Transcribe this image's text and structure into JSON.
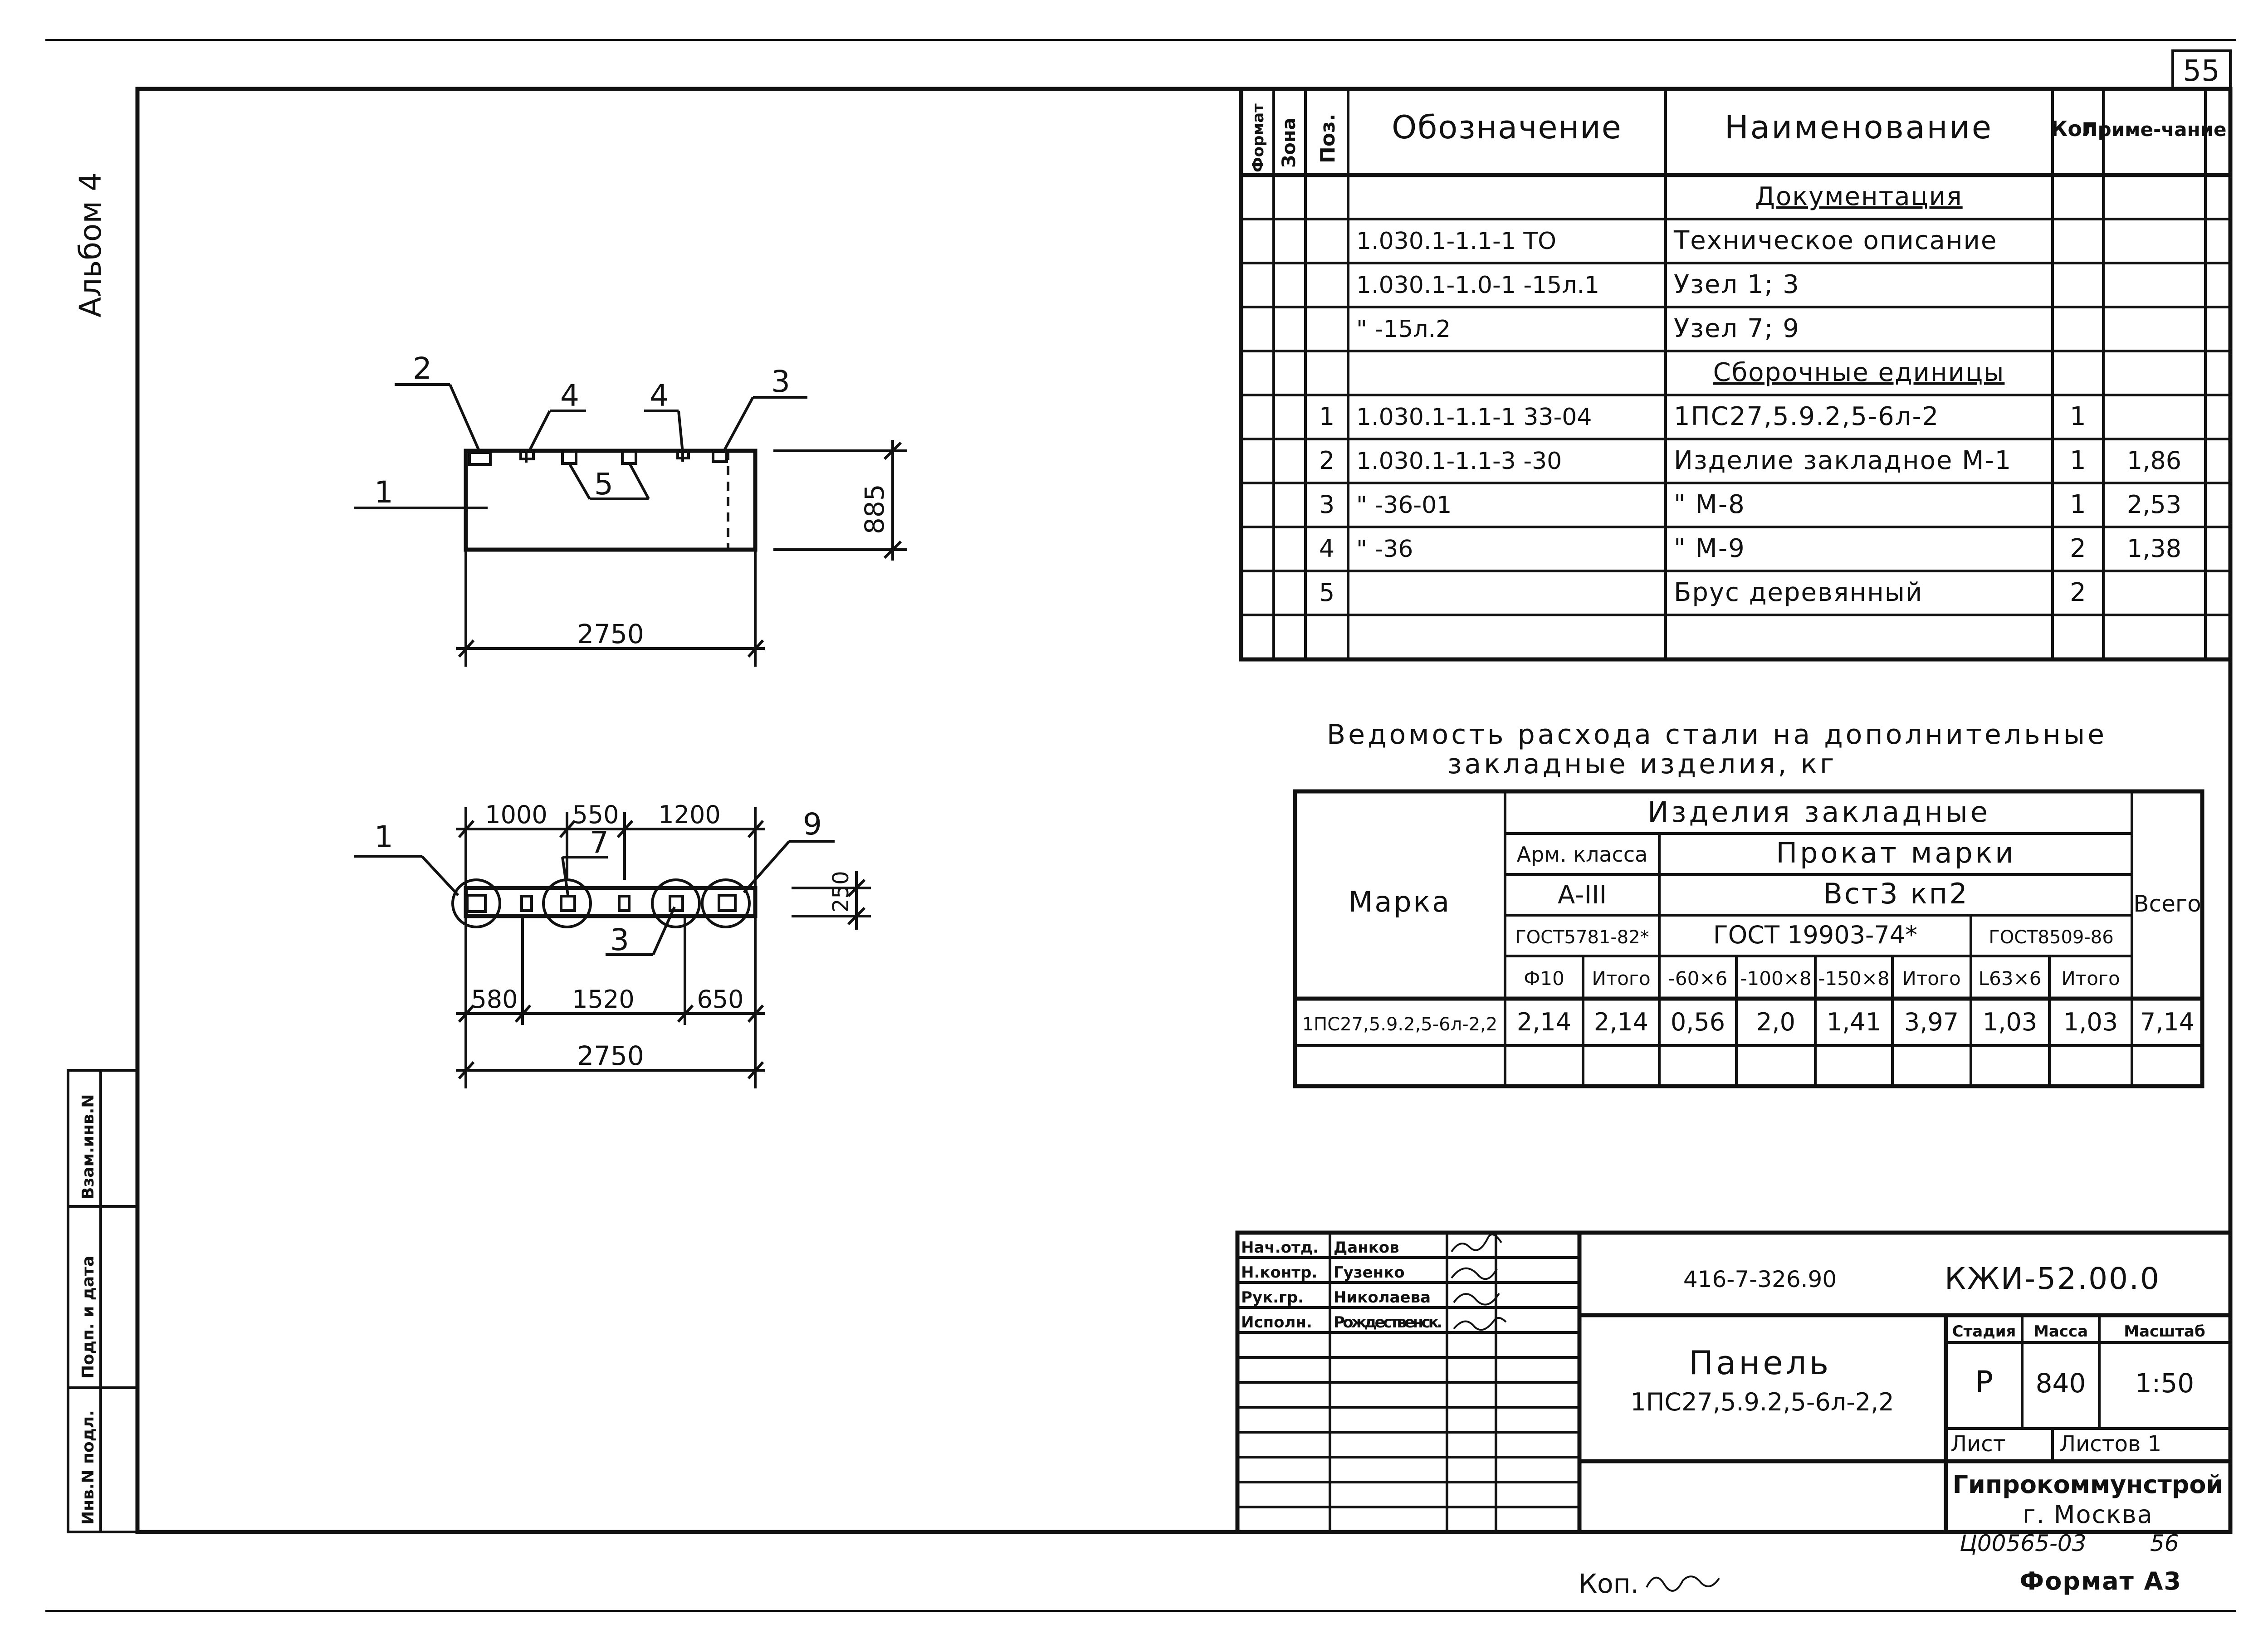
{
  "sheet_number": "55",
  "album_label": "Альбом 4",
  "side_stamp": [
    "Инв.N подл.",
    "Подп. и дата",
    "Взам.инв.N"
  ],
  "spec": {
    "headers": [
      "Формат",
      "Зона",
      "Поз.",
      "Обозначение",
      "Наименование",
      "Кол.",
      "Приме-чание"
    ],
    "rows": [
      {
        "pos": "",
        "designation": "",
        "name": "Документация",
        "qty": "",
        "note": ""
      },
      {
        "pos": "",
        "designation": "1.030.1-1.1-1 ТО",
        "name": "Техническое описание",
        "qty": "",
        "note": ""
      },
      {
        "pos": "",
        "designation": "1.030.1-1.0-1  -15л.1",
        "name": "Узел 1; 3",
        "qty": "",
        "note": ""
      },
      {
        "pos": "",
        "designation": "\"          -15л.2",
        "name": "Узел 7; 9",
        "qty": "",
        "note": ""
      },
      {
        "pos": "",
        "designation": "",
        "name": "Сборочные единицы",
        "qty": "",
        "note": ""
      },
      {
        "pos": "1",
        "designation": "1.030.1-1.1-1   33-04",
        "name": "1ПС27,5.9.2,5-6л-2",
        "qty": "1",
        "note": ""
      },
      {
        "pos": "2",
        "designation": "1.030.1-1.1-3    -30",
        "name": "Изделие закладное   М-1",
        "qty": "1",
        "note": "1,86"
      },
      {
        "pos": "3",
        "designation": "\"       -36-01",
        "name": "\"            М-8",
        "qty": "1",
        "note": "2,53"
      },
      {
        "pos": "4",
        "designation": "\"          -36",
        "name": "\"            М-9",
        "qty": "2",
        "note": "1,38"
      },
      {
        "pos": "5",
        "designation": "",
        "name": "Брус деревянный",
        "qty": "2",
        "note": ""
      },
      {
        "pos": "",
        "designation": "",
        "name": "",
        "qty": "",
        "note": ""
      }
    ]
  },
  "drawing1": {
    "labels": [
      "1",
      "2",
      "3",
      "4",
      "4",
      "5"
    ],
    "dim_width": "2750",
    "dim_height": "885"
  },
  "drawing2": {
    "labels": [
      "1",
      "7",
      "3",
      "9"
    ],
    "dims_top": [
      "1000",
      "550",
      "1200"
    ],
    "dims_bottom": [
      "580",
      "1520",
      "650"
    ],
    "dim_total": "2750",
    "dim_height": "250"
  },
  "steel": {
    "title_line1": "Ведомость расхода стали на дополнительные",
    "title_line2": "закладные изделия, кг",
    "h_mark": "Марка",
    "h_items": "Изделия закладные",
    "h_arm_class": "Арм. класса",
    "h_prokat": "Прокат марки",
    "h_a3": "А-III",
    "h_vst": "Вст3 кп2",
    "h_gost1": "ГОСТ5781-82*",
    "h_gost2": "ГОСТ 19903-74*",
    "h_gost3": "ГОСТ8509-86",
    "h_total": "Всего",
    "cols": [
      "Ф10",
      "Итого",
      "-60×6",
      "-100×8",
      "-150×8",
      "Итого",
      "L63×6",
      "Итого"
    ],
    "row": {
      "mark": "1ПС27,5.9.2,5-6л-2,2",
      "values": [
        "2,14",
        "2,14",
        "0,56",
        "2,0",
        "1,41",
        "3,97",
        "1,03",
        "1,03",
        "7,14"
      ]
    }
  },
  "title_block": {
    "roles": [
      "Нач.отд.",
      "Н.контр.",
      "Рук.гр.",
      "Исполн."
    ],
    "names": [
      "Данков",
      "Гузенко",
      "Николаева",
      "Рождественск."
    ],
    "project_no": "416-7-326.90",
    "doc_code": "КЖИ-52.00.0",
    "title": "Панель",
    "subtitle": "1ПС27,5.9.2,5-6л-2,2",
    "stage_label": "Стадия",
    "mass_label": "Масса",
    "scale_label": "Масштаб",
    "stage": "Р",
    "mass": "840",
    "scale": "1:50",
    "sheet_label": "Лист",
    "sheets_label": "Листов 1",
    "org": "Гипрокоммунстрой",
    "city": "г. Москва"
  },
  "footer": {
    "archive_no": "Ц00565-03",
    "archive_page": "56",
    "copied": "Коп.",
    "format": "Формат А3"
  }
}
